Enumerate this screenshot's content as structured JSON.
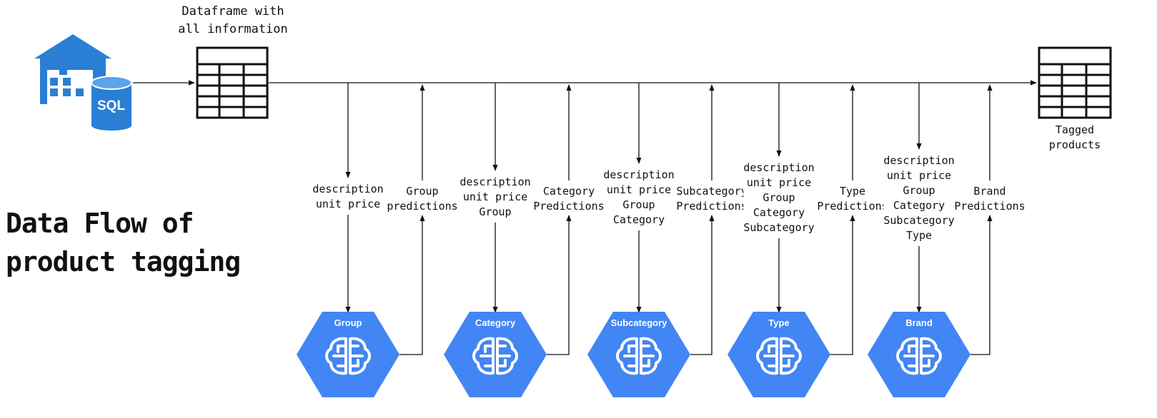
{
  "title": "Data Flow of product tagging",
  "source": {
    "icon": "sql-warehouse-icon",
    "label": "SQL"
  },
  "dataframe": {
    "icon": "table-icon",
    "label_line1": "Dataframe with",
    "label_line2": "all information"
  },
  "output": {
    "icon": "table-icon",
    "label_line1": "Tagged",
    "label_line2": "products"
  },
  "stages": [
    {
      "model": "Group",
      "inputs": [
        "description",
        "unit price"
      ],
      "outputs": [
        "Group",
        "predictions"
      ]
    },
    {
      "model": "Category",
      "inputs": [
        "description",
        "unit price",
        "Group"
      ],
      "outputs": [
        "Category",
        "Predictions"
      ]
    },
    {
      "model": "Subcategory",
      "inputs": [
        "description",
        "unit price",
        "Group",
        "Category"
      ],
      "outputs": [
        "Subcategory",
        "Predictions"
      ]
    },
    {
      "model": "Type",
      "inputs": [
        "description",
        "unit price",
        "Group",
        "Category",
        "Subcategory"
      ],
      "outputs": [
        "Type",
        "Predictions"
      ]
    },
    {
      "model": "Brand",
      "inputs": [
        "description",
        "unit price",
        "Group",
        "Category",
        "Subcategory",
        "Type"
      ],
      "outputs": [
        "Brand",
        "Predictions"
      ]
    }
  ],
  "colors": {
    "model_fill": "#4285F4",
    "model_shadow": "#3367D6",
    "sql_blue": "#2A7FD4",
    "line": "#111111"
  }
}
